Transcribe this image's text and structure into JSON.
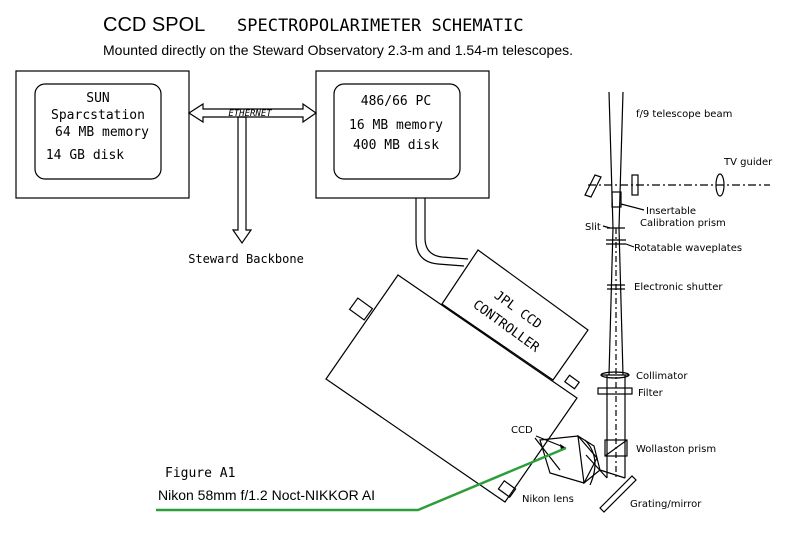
{
  "title": {
    "main": "CCD SPOL",
    "schematic": "SPECTROPOLARIMETER  SCHEMATIC",
    "subtitle": "Mounted directly on the Steward Observatory 2.3-m and 1.54-m telescopes."
  },
  "sun_workstation": {
    "line1": "SUN",
    "line2": "Sparcstation",
    "line3": "64  MB  memory",
    "line4": "14  GB  disk"
  },
  "pc": {
    "line1": "486/66  PC",
    "line2": "16  MB  memory",
    "line3": "400  MB  disk"
  },
  "network": {
    "ethernet": "ETHERNET",
    "backbone": "Steward  Backbone"
  },
  "controller": {
    "line1": "JPL  CCD",
    "line2": "CONTROLLER"
  },
  "optics": {
    "beam": "f/9  telescope  beam",
    "tv_guider": "TV  guider",
    "insertable": "Insertable",
    "calibration": "Calibration  prism",
    "slit": "Slit",
    "waveplates": "Rotatable  waveplates",
    "shutter": "Electronic  shutter",
    "collimator": "Collimator",
    "filter": "Filter",
    "wollaston": "Wollaston  prism",
    "grating": "Grating/mirror",
    "ccd": "CCD",
    "nikon_lens": "Nikon  lens"
  },
  "annotation": {
    "figure": "Figure  A1",
    "lens": "Nikon 58mm f/1.2   Noct-NIKKOR AI",
    "line_color": "#2e9e3a"
  }
}
